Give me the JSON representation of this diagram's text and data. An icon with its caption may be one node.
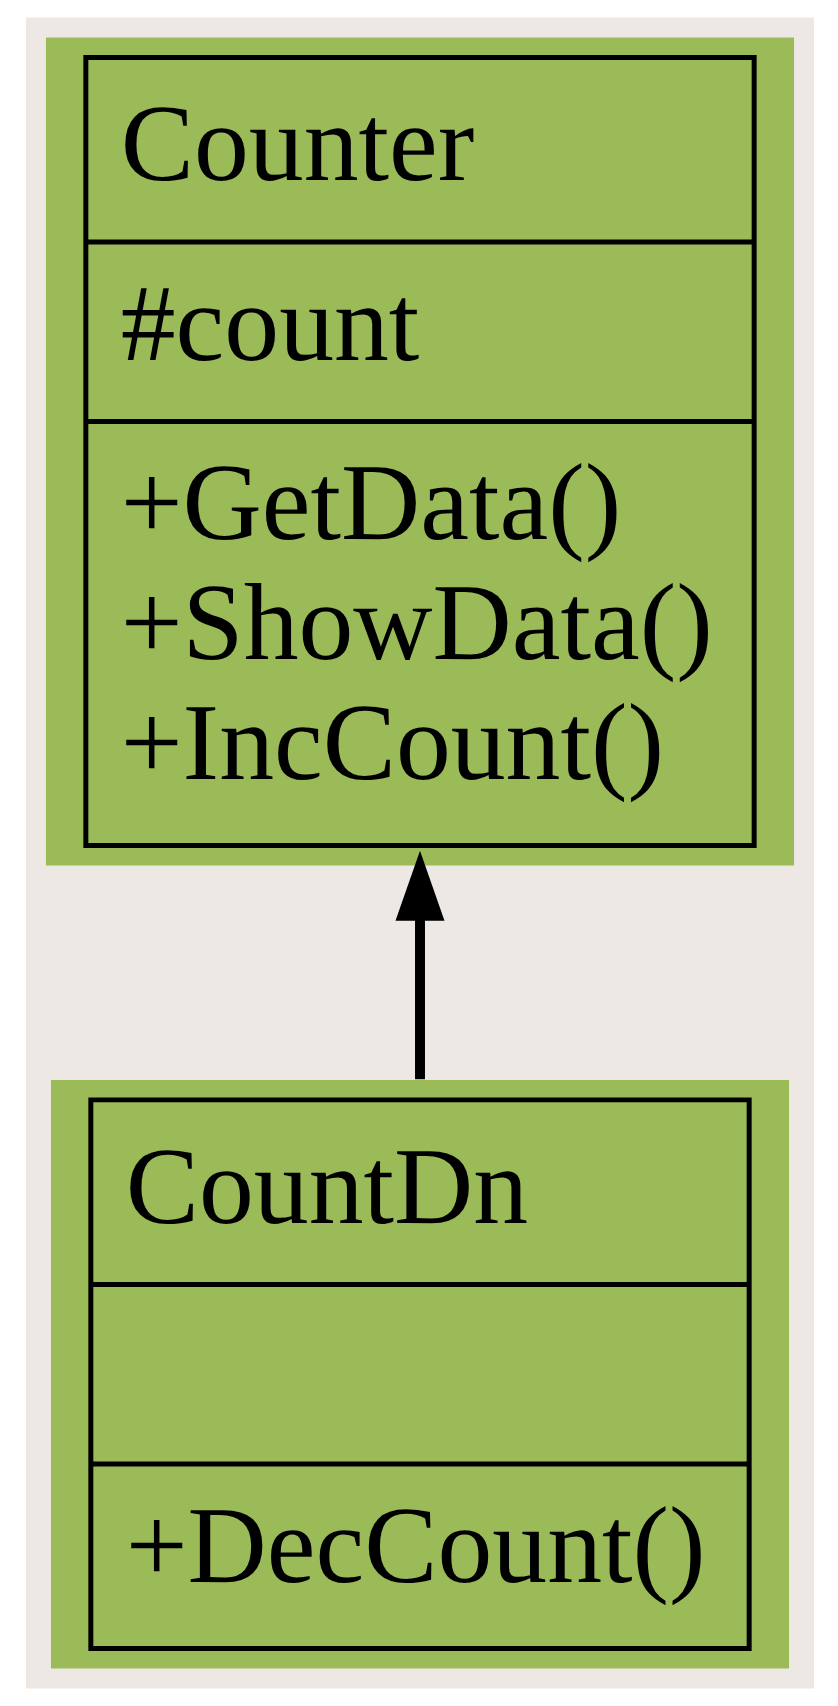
{
  "diagram": {
    "nodes": [
      {
        "text": [
          "Counter",
          "#count",
          "+GetData() +ShowData() +IncCount()"
        ]
      },
      {
        "text": [
          "CountDn",
          "+DecCount()"
        ]
      }
    ],
    "edges": [
      {
        "from": 1,
        "to": 0,
        "arrow": "to"
      }
    ]
  }
}
